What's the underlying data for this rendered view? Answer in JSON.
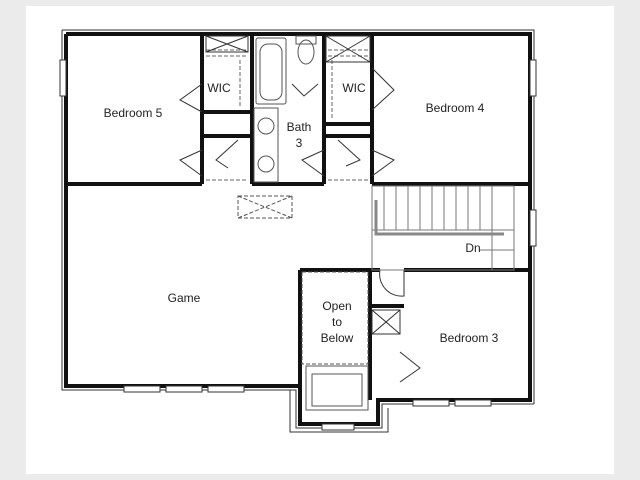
{
  "rooms": {
    "bedroom5": "Bedroom 5",
    "wic_left": "WIC",
    "bath3": [
      "Bath",
      "3"
    ],
    "wic_right": "WIC",
    "bedroom4": "Bedroom 4",
    "game": "Game",
    "open_below": [
      "Open",
      "to",
      "Below"
    ],
    "bedroom3": "Bedroom 3",
    "stairs_dn": "Dn"
  },
  "colors": {
    "background": "#ebebeb",
    "paper": "#ffffff",
    "wall": "#111111",
    "fixture": "#555555",
    "stair_rail": "#888888"
  }
}
